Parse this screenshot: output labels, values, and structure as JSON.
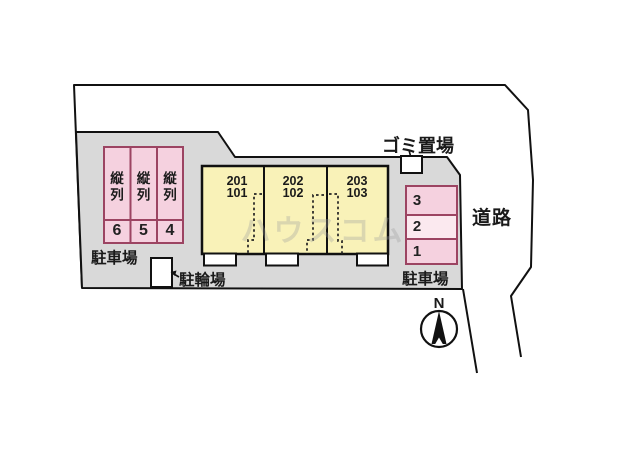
{
  "site_plan": {
    "left_parking": {
      "area_label": "駐車場",
      "spaces": [
        {
          "number": "6",
          "type_label": "縦列"
        },
        {
          "number": "5",
          "type_label": "縦列"
        },
        {
          "number": "4",
          "type_label": "縦列"
        }
      ]
    },
    "building": {
      "units": [
        {
          "upper": "201",
          "lower": "101"
        },
        {
          "upper": "202",
          "lower": "102"
        },
        {
          "upper": "203",
          "lower": "103"
        }
      ]
    },
    "right_parking": {
      "area_label": "駐車場",
      "spaces": [
        {
          "number": "3"
        },
        {
          "number": "2"
        },
        {
          "number": "1"
        }
      ]
    },
    "garbage_area_label": "ゴミ置場",
    "bicycle_parking_label": "駐輪場",
    "road_label": "道路",
    "compass_north_label": "N",
    "watermark_text": "ハウスコム"
  },
  "colors": {
    "site_gray": "#d9d9d9",
    "building_yellow": "#f9f2b8",
    "parking_pink": "#f5d1df",
    "parking_pink_light": "#fbe9ef",
    "parking_border": "#9c4462",
    "line_black": "#111111",
    "porch_white": "#ffffff"
  }
}
